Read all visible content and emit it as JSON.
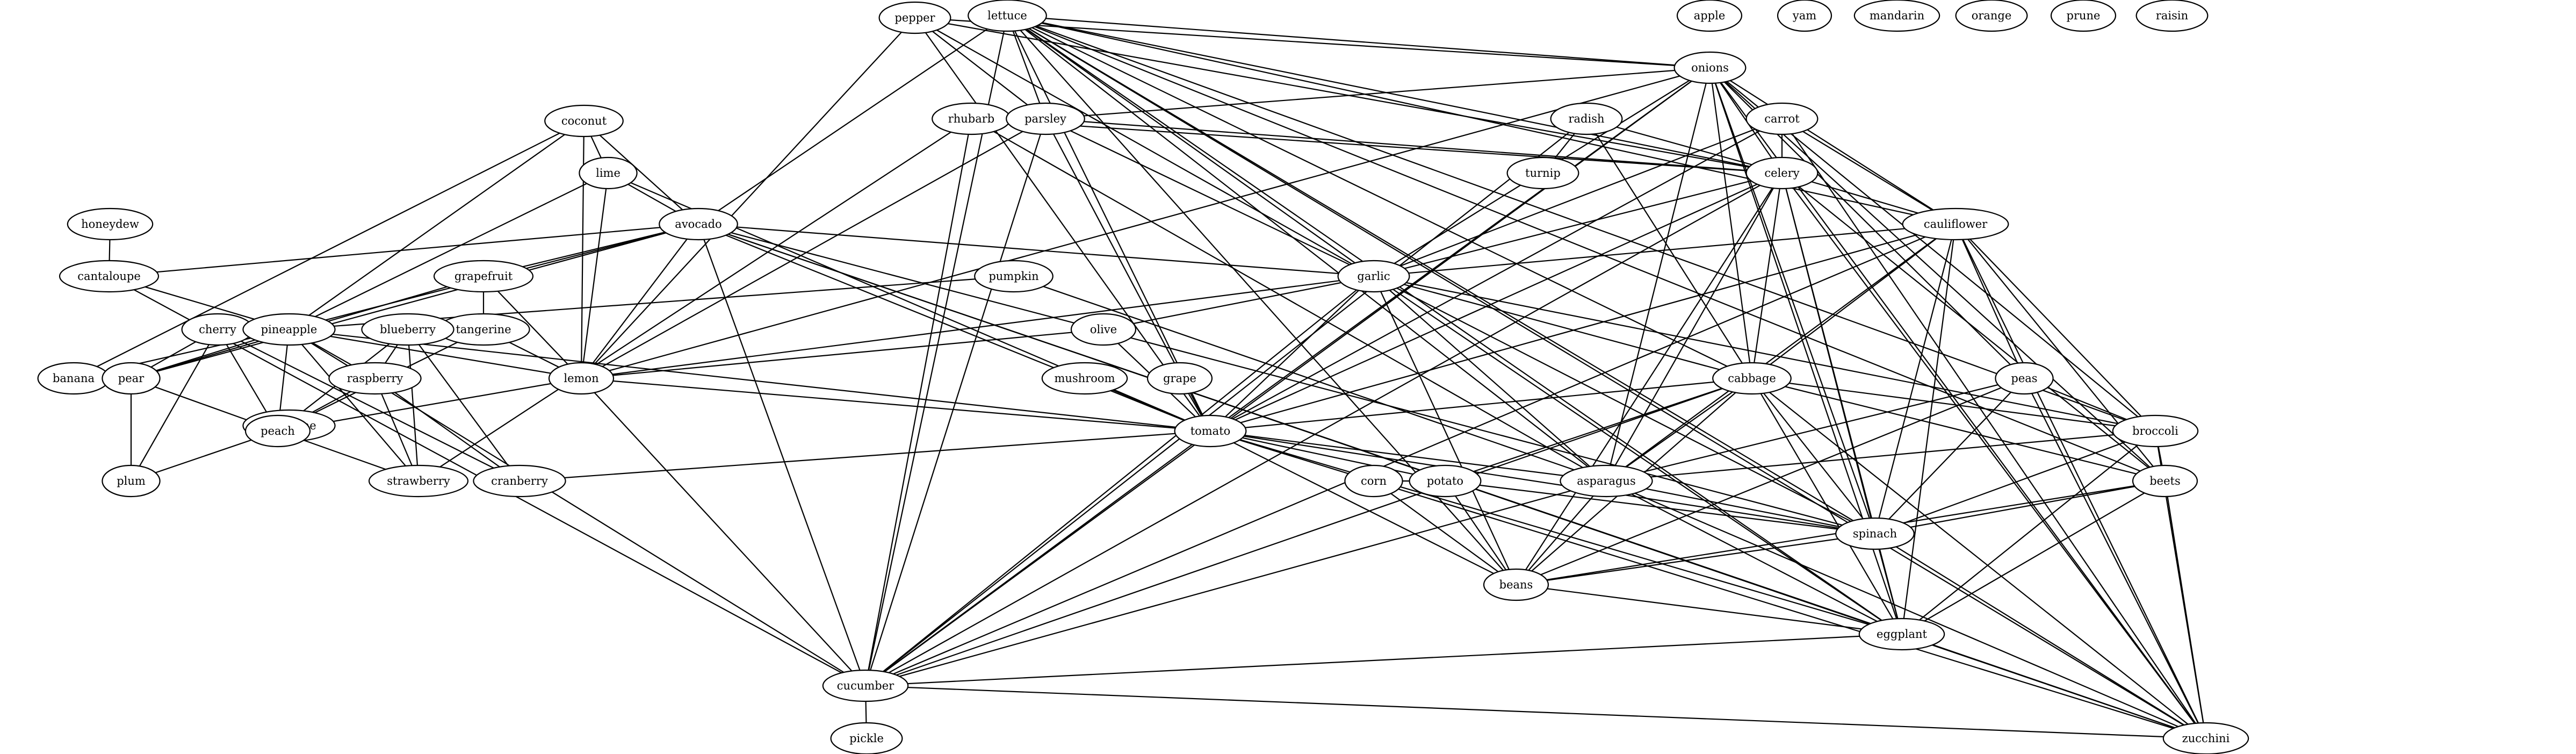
{
  "graph": {
    "nodes": [
      {
        "id": "lettuce",
        "label": "lettuce"
      },
      {
        "id": "apple",
        "label": "apple"
      },
      {
        "id": "yam",
        "label": "yam"
      },
      {
        "id": "mandarin",
        "label": "mandarin"
      },
      {
        "id": "orange",
        "label": "orange"
      },
      {
        "id": "prune",
        "label": "prune"
      },
      {
        "id": "raisin",
        "label": "raisin"
      },
      {
        "id": "pepper",
        "label": "pepper"
      },
      {
        "id": "onions",
        "label": "onions"
      },
      {
        "id": "coconut",
        "label": "coconut"
      },
      {
        "id": "rhubarb",
        "label": "rhubarb"
      },
      {
        "id": "parsley",
        "label": "parsley"
      },
      {
        "id": "radish",
        "label": "radish"
      },
      {
        "id": "carrot",
        "label": "carrot"
      },
      {
        "id": "lime",
        "label": "lime"
      },
      {
        "id": "turnip",
        "label": "turnip"
      },
      {
        "id": "celery",
        "label": "celery"
      },
      {
        "id": "honeydew",
        "label": "honeydew"
      },
      {
        "id": "avocado",
        "label": "avocado"
      },
      {
        "id": "cauliflower",
        "label": "cauliflower"
      },
      {
        "id": "grapefruit",
        "label": "grapefruit"
      },
      {
        "id": "cantaloupe",
        "label": "cantaloupe"
      },
      {
        "id": "pumpkin",
        "label": "pumpkin"
      },
      {
        "id": "garlic",
        "label": "garlic"
      },
      {
        "id": "tangerine",
        "label": "tangerine"
      },
      {
        "id": "cherry",
        "label": "cherry"
      },
      {
        "id": "pineapple",
        "label": "pineapple"
      },
      {
        "id": "blueberry",
        "label": "blueberry"
      },
      {
        "id": "olive",
        "label": "olive"
      },
      {
        "id": "banana",
        "label": "banana"
      },
      {
        "id": "pear",
        "label": "pear"
      },
      {
        "id": "raspberry",
        "label": "raspberry"
      },
      {
        "id": "lemon",
        "label": "lemon"
      },
      {
        "id": "mushroom",
        "label": "mushroom"
      },
      {
        "id": "grape",
        "label": "grape"
      },
      {
        "id": "cabbage",
        "label": "cabbage"
      },
      {
        "id": "peas",
        "label": "peas"
      },
      {
        "id": "nectarine",
        "label": "nectarine"
      },
      {
        "id": "peach",
        "label": "peach"
      },
      {
        "id": "tomato",
        "label": "tomato"
      },
      {
        "id": "broccoli",
        "label": "broccoli"
      },
      {
        "id": "corn",
        "label": "corn"
      },
      {
        "id": "plum",
        "label": "plum"
      },
      {
        "id": "strawberry",
        "label": "strawberry"
      },
      {
        "id": "cranberry",
        "label": "cranberry"
      },
      {
        "id": "potato",
        "label": "potato"
      },
      {
        "id": "asparagus",
        "label": "asparagus"
      },
      {
        "id": "beets",
        "label": "beets"
      },
      {
        "id": "spinach",
        "label": "spinach"
      },
      {
        "id": "beans",
        "label": "beans"
      },
      {
        "id": "eggplant",
        "label": "eggplant"
      },
      {
        "id": "cucumber",
        "label": "cucumber"
      },
      {
        "id": "pickle",
        "label": "pickle"
      },
      {
        "id": "zucchini",
        "label": "zucchini"
      }
    ],
    "edges": [
      [
        "lettuce",
        "onions"
      ],
      [
        "lettuce",
        "parsley"
      ],
      [
        "lettuce",
        "celery"
      ],
      [
        "lettuce",
        "cauliflower"
      ],
      [
        "lettuce",
        "avocado"
      ],
      [
        "lettuce",
        "garlic"
      ],
      [
        "lettuce",
        "cabbage"
      ],
      [
        "lettuce",
        "tomato"
      ],
      [
        "lettuce",
        "asparagus"
      ],
      [
        "lettuce",
        "beans"
      ],
      [
        "lettuce",
        "broccoli"
      ],
      [
        "lettuce",
        "beets"
      ],
      [
        "lettuce",
        "spinach"
      ],
      [
        "lettuce",
        "eggplant"
      ],
      [
        "lettuce",
        "cucumber"
      ],
      [
        "lettuce",
        "zucchini"
      ],
      [
        "pepper",
        "parsley"
      ],
      [
        "pepper",
        "onions"
      ],
      [
        "pepper",
        "celery"
      ],
      [
        "pepper",
        "lemon"
      ],
      [
        "pepper",
        "garlic"
      ],
      [
        "pepper",
        "tomato"
      ],
      [
        "onions",
        "parsley"
      ],
      [
        "onions",
        "celery"
      ],
      [
        "onions",
        "cauliflower"
      ],
      [
        "onions",
        "garlic"
      ],
      [
        "onions",
        "cabbage"
      ],
      [
        "onions",
        "peas"
      ],
      [
        "onions",
        "broccoli"
      ],
      [
        "onions",
        "tomato"
      ],
      [
        "onions",
        "asparagus"
      ],
      [
        "onions",
        "beets"
      ],
      [
        "onions",
        "spinach"
      ],
      [
        "onions",
        "eggplant"
      ],
      [
        "onions",
        "zucchini"
      ],
      [
        "onions",
        "cucumber"
      ],
      [
        "onions",
        "lemon"
      ],
      [
        "coconut",
        "lime"
      ],
      [
        "coconut",
        "avocado"
      ],
      [
        "coconut",
        "lemon"
      ],
      [
        "coconut",
        "pineapple"
      ],
      [
        "coconut",
        "banana"
      ],
      [
        "rhubarb",
        "celery"
      ],
      [
        "rhubarb",
        "asparagus"
      ],
      [
        "rhubarb",
        "cucumber"
      ],
      [
        "rhubarb",
        "strawberry"
      ],
      [
        "parsley",
        "celery"
      ],
      [
        "parsley",
        "garlic"
      ],
      [
        "parsley",
        "lemon"
      ],
      [
        "parsley",
        "tomato"
      ],
      [
        "parsley",
        "cucumber"
      ],
      [
        "radish",
        "turnip"
      ],
      [
        "radish",
        "celery"
      ],
      [
        "radish",
        "cabbage"
      ],
      [
        "radish",
        "cucumber"
      ],
      [
        "carrot",
        "celery"
      ],
      [
        "carrot",
        "cauliflower"
      ],
      [
        "carrot",
        "garlic"
      ],
      [
        "carrot",
        "zucchini"
      ],
      [
        "carrot",
        "tomato"
      ],
      [
        "lime",
        "avocado"
      ],
      [
        "lime",
        "lemon"
      ],
      [
        "lime",
        "pineapple"
      ],
      [
        "lime",
        "tomato"
      ],
      [
        "celery",
        "cauliflower"
      ],
      [
        "celery",
        "garlic"
      ],
      [
        "celery",
        "cabbage"
      ],
      [
        "celery",
        "asparagus"
      ],
      [
        "celery",
        "spinach"
      ],
      [
        "celery",
        "beans"
      ],
      [
        "celery",
        "beets"
      ],
      [
        "celery",
        "eggplant"
      ],
      [
        "celery",
        "zucchini"
      ],
      [
        "celery",
        "tomato"
      ],
      [
        "celery",
        "cucumber"
      ],
      [
        "honeydew",
        "cantaloupe"
      ],
      [
        "avocado",
        "grapefruit"
      ],
      [
        "avocado",
        "garlic"
      ],
      [
        "avocado",
        "pineapple"
      ],
      [
        "avocado",
        "cantaloupe"
      ],
      [
        "avocado",
        "pear"
      ],
      [
        "avocado",
        "lemon"
      ],
      [
        "avocado",
        "tomato"
      ],
      [
        "avocado",
        "spinach"
      ],
      [
        "avocado",
        "eggplant"
      ],
      [
        "avocado",
        "cucumber"
      ],
      [
        "avocado",
        "zucchini"
      ],
      [
        "cauliflower",
        "garlic"
      ],
      [
        "cauliflower",
        "cabbage"
      ],
      [
        "cauliflower",
        "peas"
      ],
      [
        "cauliflower",
        "broccoli"
      ],
      [
        "cauliflower",
        "asparagus"
      ],
      [
        "cauliflower",
        "beets"
      ],
      [
        "cauliflower",
        "spinach"
      ],
      [
        "cauliflower",
        "eggplant"
      ],
      [
        "cauliflower",
        "zucchini"
      ],
      [
        "cauliflower",
        "tomato"
      ],
      [
        "cauliflower",
        "cucumber"
      ],
      [
        "grapefruit",
        "tangerine"
      ],
      [
        "grapefruit",
        "lemon"
      ],
      [
        "grapefruit",
        "pear"
      ],
      [
        "cantaloupe",
        "pineapple"
      ],
      [
        "cantaloupe",
        "cucumber"
      ],
      [
        "pumpkin",
        "pineapple"
      ],
      [
        "pumpkin",
        "asparagus"
      ],
      [
        "garlic",
        "olive"
      ],
      [
        "garlic",
        "cabbage"
      ],
      [
        "garlic",
        "lemon"
      ],
      [
        "garlic",
        "tomato"
      ],
      [
        "garlic",
        "asparagus"
      ],
      [
        "garlic",
        "spinach"
      ],
      [
        "garlic",
        "beans"
      ],
      [
        "garlic",
        "broccoli"
      ],
      [
        "garlic",
        "eggplant"
      ],
      [
        "garlic",
        "cucumber"
      ],
      [
        "tangerine",
        "lemon"
      ],
      [
        "tangerine",
        "peach"
      ],
      [
        "cherry",
        "pear"
      ],
      [
        "cherry",
        "peach"
      ],
      [
        "cherry",
        "plum"
      ],
      [
        "cherry",
        "cranberry"
      ],
      [
        "pineapple",
        "banana"
      ],
      [
        "pineapple",
        "pear"
      ],
      [
        "pineapple",
        "raspberry"
      ],
      [
        "pineapple",
        "peach"
      ],
      [
        "pineapple",
        "lemon"
      ],
      [
        "pineapple",
        "tomato"
      ],
      [
        "pineapple",
        "strawberry"
      ],
      [
        "pineapple",
        "cucumber"
      ],
      [
        "blueberry",
        "raspberry"
      ],
      [
        "blueberry",
        "peach"
      ],
      [
        "blueberry",
        "strawberry"
      ],
      [
        "blueberry",
        "cranberry"
      ],
      [
        "olive",
        "lemon"
      ],
      [
        "olive",
        "tomato"
      ],
      [
        "pear",
        "peach"
      ],
      [
        "pear",
        "plum"
      ],
      [
        "raspberry",
        "peach"
      ],
      [
        "raspberry",
        "strawberry"
      ],
      [
        "raspberry",
        "cranberry"
      ],
      [
        "lemon",
        "peach"
      ],
      [
        "lemon",
        "tomato"
      ],
      [
        "lemon",
        "cucumber"
      ],
      [
        "mushroom",
        "tomato"
      ],
      [
        "grape",
        "tomato"
      ],
      [
        "cabbage",
        "tomato"
      ],
      [
        "cabbage",
        "broccoli"
      ],
      [
        "cabbage",
        "potato"
      ],
      [
        "cabbage",
        "asparagus"
      ],
      [
        "cabbage",
        "beets"
      ],
      [
        "cabbage",
        "spinach"
      ],
      [
        "cabbage",
        "beans"
      ],
      [
        "cabbage",
        "eggplant"
      ],
      [
        "cabbage",
        "cucumber"
      ],
      [
        "cabbage",
        "zucchini"
      ],
      [
        "peas",
        "broccoli"
      ],
      [
        "peas",
        "asparagus"
      ],
      [
        "peas",
        "spinach"
      ],
      [
        "peas",
        "beans"
      ],
      [
        "peas",
        "zucchini"
      ],
      [
        "nectarine",
        "peach"
      ],
      [
        "peach",
        "plum"
      ],
      [
        "peach",
        "strawberry"
      ],
      [
        "tomato",
        "cranberry"
      ],
      [
        "tomato",
        "potato"
      ],
      [
        "tomato",
        "asparagus"
      ],
      [
        "tomato",
        "spinach"
      ],
      [
        "tomato",
        "beans"
      ],
      [
        "tomato",
        "eggplant"
      ],
      [
        "tomato",
        "cucumber"
      ],
      [
        "tomato",
        "zucchini"
      ],
      [
        "broccoli",
        "asparagus"
      ],
      [
        "broccoli",
        "beets"
      ],
      [
        "broccoli",
        "spinach"
      ],
      [
        "broccoli",
        "eggplant"
      ],
      [
        "broccoli",
        "zucchini"
      ],
      [
        "corn",
        "potato"
      ],
      [
        "corn",
        "beans"
      ],
      [
        "potato",
        "spinach"
      ],
      [
        "potato",
        "beans"
      ],
      [
        "asparagus",
        "spinach"
      ],
      [
        "asparagus",
        "beans"
      ],
      [
        "asparagus",
        "eggplant"
      ],
      [
        "asparagus",
        "cucumber"
      ],
      [
        "asparagus",
        "zucchini"
      ],
      [
        "beets",
        "spinach"
      ],
      [
        "beets",
        "beans"
      ],
      [
        "beets",
        "eggplant"
      ],
      [
        "beets",
        "zucchini"
      ],
      [
        "spinach",
        "beans"
      ],
      [
        "spinach",
        "eggplant"
      ],
      [
        "spinach",
        "zucchini"
      ],
      [
        "beans",
        "eggplant"
      ],
      [
        "eggplant",
        "cucumber"
      ],
      [
        "eggplant",
        "zucchini"
      ],
      [
        "cucumber",
        "pickle"
      ],
      [
        "cucumber",
        "zucchini"
      ]
    ]
  }
}
